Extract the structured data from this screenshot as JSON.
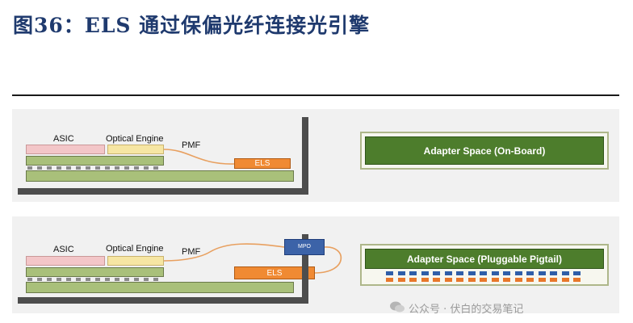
{
  "title": "图36：ELS 通过保偏光纤连接光引擎",
  "top_diagram": {
    "asic_label": "ASIC",
    "optical_engine_label": "Optical Engine",
    "fiber_label": "PMF",
    "els_label": "ELS",
    "adapter_label": "Adapter Space (On-Board)"
  },
  "bottom_diagram": {
    "asic_label": "ASIC",
    "optical_engine_label": "Optical Engine",
    "fiber_label": "PMF",
    "mpo_label": "MPO",
    "els_label": "ELS",
    "adapter_label": "Adapter Space (Pluggable Pigtail)"
  },
  "watermark": "公众号 · 伏白的交易笔记",
  "colors": {
    "title": "#1f3a6e",
    "board_green": "#a9c07a",
    "asic_pink": "#f3c6c8",
    "engine_yellow": "#f6e6a3",
    "els_orange": "#f08a33",
    "adapter_green": "#4d7d2c",
    "mpo_blue": "#3c63a8"
  }
}
